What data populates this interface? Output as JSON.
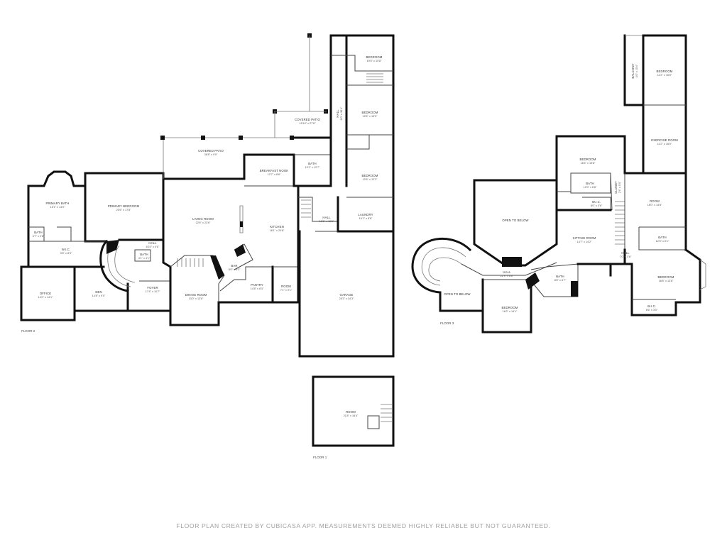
{
  "floors": [
    {
      "label": "FLOOR 2"
    },
    {
      "label": "FLOOR 1"
    },
    {
      "label": "FLOOR 3"
    }
  ],
  "rooms": [
    {
      "name": "PRIMARY BATH",
      "dim": "15'1\" x 14'0\""
    },
    {
      "name": "PRIMARY BEDROOM",
      "dim": "20'6\" x 17'8\""
    },
    {
      "name": "BATH",
      "dim": "6'7\" x 2'8\""
    },
    {
      "name": "W.I.C.",
      "dim": "9'8\" x 8'3\""
    },
    {
      "name": "OFFICE",
      "dim": "14'0\" x 14'1\""
    },
    {
      "name": "DEN",
      "dim": "14'8\" x 9'0\""
    },
    {
      "name": "HALL",
      "dim": "6'10\" x 4'6\""
    },
    {
      "name": "BATH",
      "dim": "4'1\" x 4'1\""
    },
    {
      "name": "FOYER",
      "dim": "17'4\" x 10'7\""
    },
    {
      "name": "COVERED PATIO",
      "dim": "38'8\" x 9'0\""
    },
    {
      "name": "LIVING ROOM",
      "dim": "22'6\" x 23'6\""
    },
    {
      "name": "DINING ROOM",
      "dim": "13'0\" x 13'8\""
    },
    {
      "name": "BAR",
      "dim": "8'0\" x 6'3\""
    },
    {
      "name": "PANTRY",
      "dim": "14'8\" x 8'3\""
    },
    {
      "name": "BREAKFAST NOOK",
      "dim": "12'7\" x 8'6\""
    },
    {
      "name": "KITCHEN",
      "dim": "16'1\" x 20'8\""
    },
    {
      "name": "ROOM",
      "dim": "7'1\" x 9'1\""
    },
    {
      "name": "COVERED PATIO",
      "dim": "15'10\" x 27'8\""
    },
    {
      "name": "BATH",
      "dim": "10'1\" x 12'7\""
    },
    {
      "name": "HALL",
      "dim": "12'1\" x 12'6\""
    },
    {
      "name": "HALL",
      "dim": "6'0\" x 36'4\""
    },
    {
      "name": "BEDROOM",
      "dim": "19'0\" x 10'8\""
    },
    {
      "name": "BEDROOM",
      "dim": "12'6\" x 13'0\""
    },
    {
      "name": "BEDROOM",
      "dim": "12'6\" x 12'2\""
    },
    {
      "name": "LAUNDRY",
      "dim": "16'1\" x 8'8\""
    },
    {
      "name": "GARAGE",
      "dim": "25'3\" x 34'3\""
    },
    {
      "name": "ROOM",
      "dim": "21'8\" x 16'4\""
    },
    {
      "name": "OPEN TO BELOW",
      "dim": ""
    },
    {
      "name": "OPEN TO BELOW",
      "dim": ""
    },
    {
      "name": "HALL",
      "dim": "22'9\" x 8'6\""
    },
    {
      "name": "BEDROOM",
      "dim": "16'2\" x 14'1\""
    },
    {
      "name": "BATH",
      "dim": "8'8\" x 6'7\""
    },
    {
      "name": "BEDROOM",
      "dim": "16'4\" x 15'8\""
    },
    {
      "name": "BATH",
      "dim": "10'0\" x 6'8\""
    },
    {
      "name": "W.I.C.",
      "dim": "8'0\" x 3'6\""
    },
    {
      "name": "CLOSET",
      "dim": "2'4\" x 5'0\""
    },
    {
      "name": "SITTING ROOM",
      "dim": "14'7\" x 14'2\""
    },
    {
      "name": "BALCONY",
      "dim": "4'0\" x 15'4\""
    },
    {
      "name": "BEDROOM",
      "dim": "11'2\" x 16'8\""
    },
    {
      "name": "EXERCISE ROOM",
      "dim": "11'2\" x 16'5\""
    },
    {
      "name": "ROOM",
      "dim": "16'0\" x 14'8\""
    },
    {
      "name": "BATH",
      "dim": "12'5\" x 6'1\""
    },
    {
      "name": "HALL",
      "dim": "7'0\" x 3'6\""
    },
    {
      "name": "BEDROOM",
      "dim": "16'8\" x 13'8\""
    },
    {
      "name": "W.I.C.",
      "dim": "6'6\" x 3'0\""
    }
  ],
  "disclaimer": "FLOOR PLAN CREATED BY CUBICASA APP. MEASUREMENTS DEEMED HIGHLY RELIABLE BUT NOT GUARANTEED."
}
